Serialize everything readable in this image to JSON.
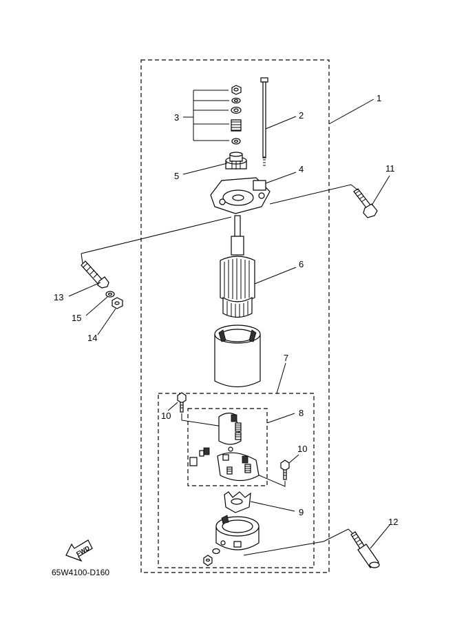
{
  "diagram_code": "65W4100-D160",
  "fwd_label": "FWD",
  "callouts": {
    "c1": "1",
    "c2": "2",
    "c3": "3",
    "c4": "4",
    "c5": "5",
    "c6": "6",
    "c7": "7",
    "c8": "8",
    "c9": "9",
    "c10a": "10",
    "c10b": "10",
    "c11": "11",
    "c12": "12",
    "c13": "13",
    "c14": "14",
    "c15": "15"
  }
}
